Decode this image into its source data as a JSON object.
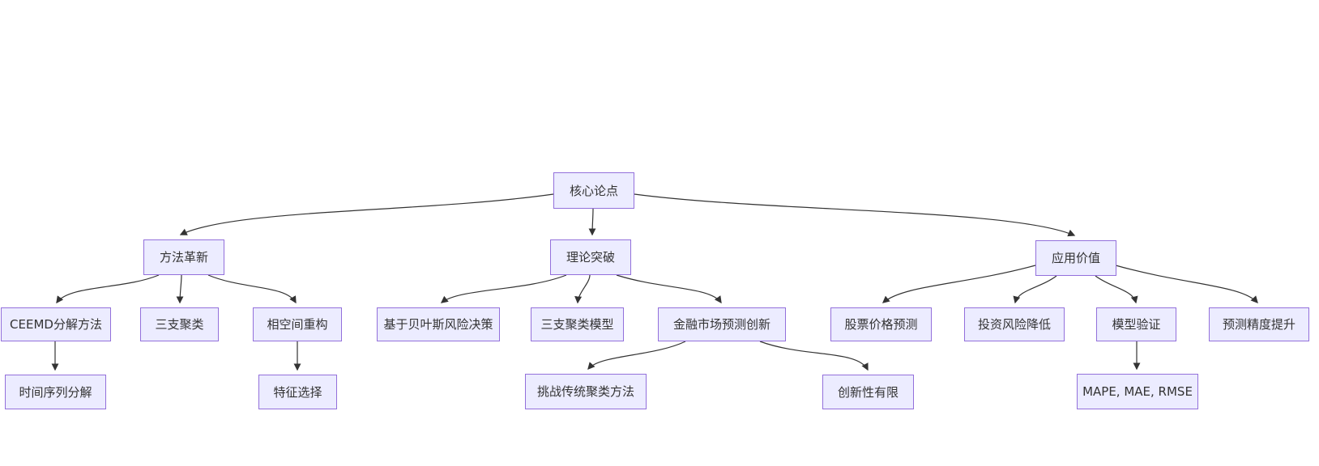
{
  "diagram": {
    "type": "flowchart-top-down",
    "colors": {
      "background": "#ffffff",
      "node_fill": "#ECECFF",
      "node_border": "#9370DB",
      "edge_line": "#333333",
      "text": "#333333"
    },
    "nodes": [
      {
        "id": "core-argument",
        "label": "核心论点",
        "level": 0
      },
      {
        "id": "method-innovation",
        "label": "方法革新",
        "level": 1
      },
      {
        "id": "theory-breakthrough",
        "label": "理论突破",
        "level": 1
      },
      {
        "id": "application-value",
        "label": "应用价值",
        "level": 1
      },
      {
        "id": "ceemd-decomposition",
        "label": "CEEMD分解方法",
        "level": 2
      },
      {
        "id": "three-way-clustering",
        "label": "三支聚类",
        "level": 2
      },
      {
        "id": "phase-space-reconstruction",
        "label": "相空间重构",
        "level": 2
      },
      {
        "id": "bayesian-risk-decision",
        "label": "基于贝叶斯风险决策",
        "level": 2
      },
      {
        "id": "three-way-clustering-model",
        "label": "三支聚类模型",
        "level": 2
      },
      {
        "id": "financial-market-forecast-innovation",
        "label": "金融市场预测创新",
        "level": 2
      },
      {
        "id": "stock-price-prediction",
        "label": "股票价格预测",
        "level": 2
      },
      {
        "id": "investment-risk-reduction",
        "label": "投资风险降低",
        "level": 2
      },
      {
        "id": "model-validation",
        "label": "模型验证",
        "level": 2
      },
      {
        "id": "forecast-accuracy-improvement",
        "label": "预测精度提升",
        "level": 2
      },
      {
        "id": "time-series-decomposition",
        "label": "时间序列分解",
        "level": 3
      },
      {
        "id": "feature-selection",
        "label": "特征选择",
        "level": 3
      },
      {
        "id": "challenge-traditional-clustering",
        "label": "挑战传统聚类方法",
        "level": 3
      },
      {
        "id": "limited-novelty",
        "label": "创新性有限",
        "level": 3
      },
      {
        "id": "mape-mae-rmse",
        "label": "MAPE, MAE, RMSE",
        "level": 3
      }
    ],
    "edges": [
      {
        "from": "核心论点",
        "to": "方法革新"
      },
      {
        "from": "核心论点",
        "to": "理论突破"
      },
      {
        "from": "核心论点",
        "to": "应用价值"
      },
      {
        "from": "方法革新",
        "to": "CEEMD分解方法"
      },
      {
        "from": "方法革新",
        "to": "三支聚类"
      },
      {
        "from": "方法革新",
        "to": "相空间重构"
      },
      {
        "from": "CEEMD分解方法",
        "to": "时间序列分解"
      },
      {
        "from": "相空间重构",
        "to": "特征选择"
      },
      {
        "from": "理论突破",
        "to": "基于贝叶斯风险决策"
      },
      {
        "from": "理论突破",
        "to": "三支聚类模型"
      },
      {
        "from": "理论突破",
        "to": "金融市场预测创新"
      },
      {
        "from": "金融市场预测创新",
        "to": "挑战传统聚类方法"
      },
      {
        "from": "金融市场预测创新",
        "to": "创新性有限"
      },
      {
        "from": "应用价值",
        "to": "股票价格预测"
      },
      {
        "from": "应用价值",
        "to": "投资风险降低"
      },
      {
        "from": "应用价值",
        "to": "模型验证"
      },
      {
        "from": "应用价值",
        "to": "预测精度提升"
      },
      {
        "from": "模型验证",
        "to": "MAPE, MAE, RMSE"
      }
    ]
  }
}
